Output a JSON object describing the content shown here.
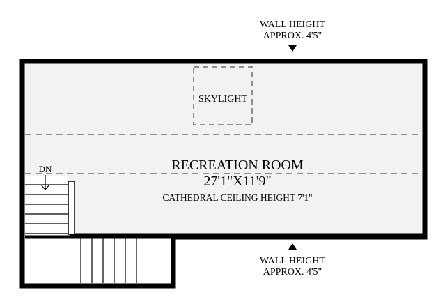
{
  "colors": {
    "background": "#ffffff",
    "floor": "#f2f2f2",
    "wall": "#000000",
    "dashed_line": "#555555",
    "stair_line": "#000000"
  },
  "top_note": {
    "line1": "WALL HEIGHT",
    "line2": "APPROX. 4'5\""
  },
  "bottom_note": {
    "line1": "WALL HEIGHT",
    "line2": "APPROX. 4'5\""
  },
  "skylight": {
    "label": "SKYLIGHT"
  },
  "room": {
    "name": "RECREATION ROOM",
    "dimensions": "27'1\"X11'9\"",
    "ceiling_note": "CATHEDRAL CEILING HEIGHT 7'1\""
  },
  "stairs": {
    "direction_label": "DN",
    "direction_icon": "arrow-down-icon"
  }
}
